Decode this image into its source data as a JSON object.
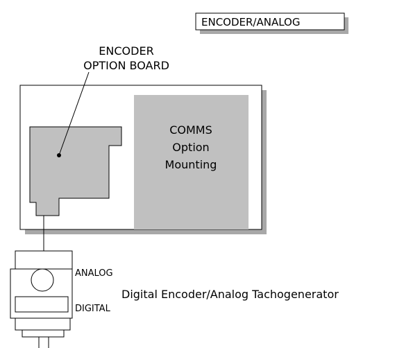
{
  "header_box": {
    "label": "ENCODER/ANALOG"
  },
  "encoder_board": {
    "label_line1": "ENCODER",
    "label_line2": "OPTION BOARD"
  },
  "comms": {
    "line1": "COMMS",
    "line2": "Option",
    "line3": "Mounting"
  },
  "encoder_unit": {
    "analog_label": "ANALOG",
    "digital_label": "DIGITAL",
    "caption": "Digital Encoder/Analog Tachogenerator"
  },
  "colors": {
    "board_fill": "#c0c0c0",
    "shadow": "#a8a8a8",
    "stroke": "#000000"
  }
}
